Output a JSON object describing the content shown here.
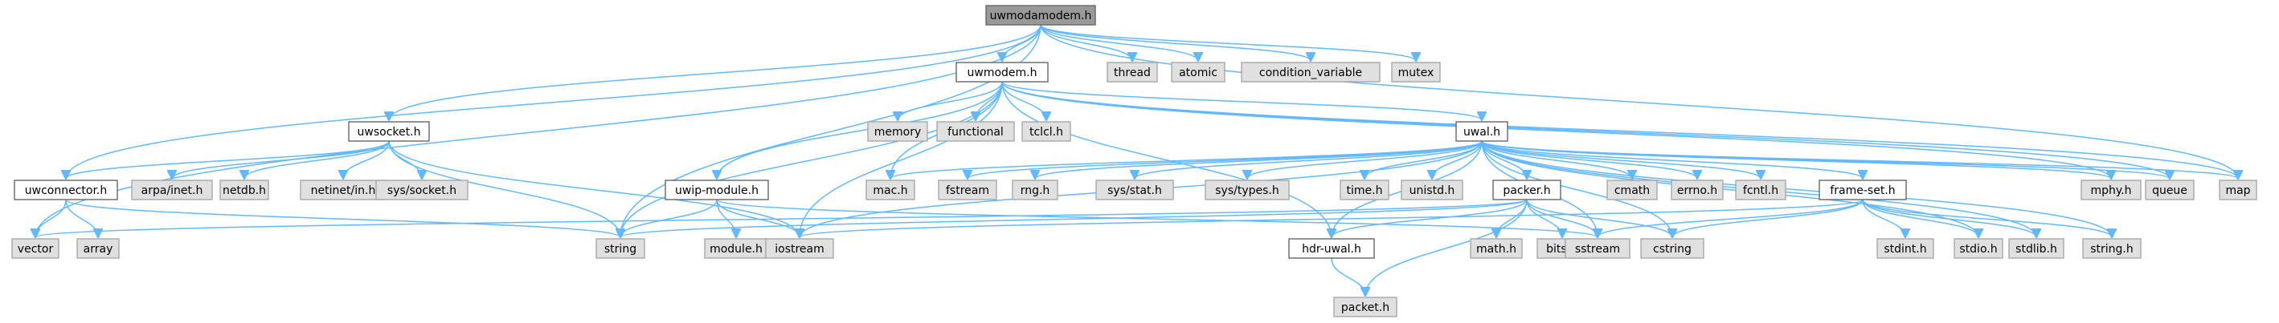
{
  "graph": {
    "nodes": [
      {
        "id": "uwmodamodem",
        "label": "uwmodamodem.h",
        "style": "root"
      },
      {
        "id": "uwmodem",
        "label": "uwmodem.h",
        "style": "white"
      },
      {
        "id": "thread",
        "label": "thread",
        "style": "gray"
      },
      {
        "id": "atomic",
        "label": "atomic",
        "style": "gray"
      },
      {
        "id": "condvar",
        "label": "condition_variable",
        "style": "gray"
      },
      {
        "id": "mutex",
        "label": "mutex",
        "style": "gray"
      },
      {
        "id": "uwsocket",
        "label": "uwsocket.h",
        "style": "white"
      },
      {
        "id": "memory",
        "label": "memory",
        "style": "gray"
      },
      {
        "id": "functional",
        "label": "functional",
        "style": "gray"
      },
      {
        "id": "tclcl",
        "label": "tclcl.h",
        "style": "gray"
      },
      {
        "id": "uwal",
        "label": "uwal.h",
        "style": "white"
      },
      {
        "id": "uwconnector",
        "label": "uwconnector.h",
        "style": "white"
      },
      {
        "id": "arpainet",
        "label": "arpa/inet.h",
        "style": "gray"
      },
      {
        "id": "netdb",
        "label": "netdb.h",
        "style": "gray"
      },
      {
        "id": "netinetin",
        "label": "netinet/in.h",
        "style": "gray"
      },
      {
        "id": "syssocket",
        "label": "sys/socket.h",
        "style": "gray"
      },
      {
        "id": "uwipmodule",
        "label": "uwip-module.h",
        "style": "white"
      },
      {
        "id": "mac",
        "label": "mac.h",
        "style": "gray"
      },
      {
        "id": "fstream",
        "label": "fstream",
        "style": "gray"
      },
      {
        "id": "rng",
        "label": "rng.h",
        "style": "gray"
      },
      {
        "id": "sysstat",
        "label": "sys/stat.h",
        "style": "gray"
      },
      {
        "id": "systypes",
        "label": "sys/types.h",
        "style": "gray"
      },
      {
        "id": "time",
        "label": "time.h",
        "style": "gray"
      },
      {
        "id": "unistd",
        "label": "unistd.h",
        "style": "gray"
      },
      {
        "id": "packer",
        "label": "packer.h",
        "style": "white"
      },
      {
        "id": "cmath",
        "label": "cmath",
        "style": "gray"
      },
      {
        "id": "errno",
        "label": "errno.h",
        "style": "gray"
      },
      {
        "id": "fcntl",
        "label": "fcntl.h",
        "style": "gray"
      },
      {
        "id": "frameset",
        "label": "frame-set.h",
        "style": "white"
      },
      {
        "id": "mphy",
        "label": "mphy.h",
        "style": "gray"
      },
      {
        "id": "queue",
        "label": "queue",
        "style": "gray"
      },
      {
        "id": "map",
        "label": "map",
        "style": "gray"
      },
      {
        "id": "vector",
        "label": "vector",
        "style": "gray"
      },
      {
        "id": "array",
        "label": "array",
        "style": "gray"
      },
      {
        "id": "string",
        "label": "string",
        "style": "gray"
      },
      {
        "id": "module",
        "label": "module.h",
        "style": "gray"
      },
      {
        "id": "iostream",
        "label": "iostream",
        "style": "gray"
      },
      {
        "id": "hdruwal",
        "label": "hdr-uwal.h",
        "style": "white"
      },
      {
        "id": "mathh",
        "label": "math.h",
        "style": "gray"
      },
      {
        "id": "bitset",
        "label": "bitset",
        "style": "gray"
      },
      {
        "id": "sstream",
        "label": "sstream",
        "style": "gray"
      },
      {
        "id": "cstring",
        "label": "cstring",
        "style": "gray"
      },
      {
        "id": "stdint",
        "label": "stdint.h",
        "style": "gray"
      },
      {
        "id": "stdio",
        "label": "stdio.h",
        "style": "gray"
      },
      {
        "id": "stdlib",
        "label": "stdlib.h",
        "style": "gray"
      },
      {
        "id": "stringh",
        "label": "string.h",
        "style": "gray"
      },
      {
        "id": "packet",
        "label": "packet.h",
        "style": "gray"
      }
    ],
    "edges": [
      [
        "uwmodamodem",
        "uwmodem"
      ],
      [
        "uwmodamodem",
        "thread"
      ],
      [
        "uwmodamodem",
        "atomic"
      ],
      [
        "uwmodamodem",
        "condvar"
      ],
      [
        "uwmodamodem",
        "mutex"
      ],
      [
        "uwmodamodem",
        "uwsocket"
      ],
      [
        "uwmodamodem",
        "uwconnector"
      ],
      [
        "uwmodamodem",
        "vector"
      ],
      [
        "uwmodamodem",
        "string"
      ],
      [
        "uwmodamodem",
        "map"
      ],
      [
        "uwmodem",
        "memory"
      ],
      [
        "uwmodem",
        "functional"
      ],
      [
        "uwmodem",
        "tclcl"
      ],
      [
        "uwmodem",
        "uwal"
      ],
      [
        "uwmodem",
        "uwipmodule"
      ],
      [
        "uwmodem",
        "mac"
      ],
      [
        "uwmodem",
        "string"
      ],
      [
        "uwmodem",
        "iostream"
      ],
      [
        "uwmodem",
        "queue"
      ],
      [
        "uwmodem",
        "map"
      ],
      [
        "uwmodem",
        "mphy"
      ],
      [
        "uwmodem",
        "hdruwal"
      ],
      [
        "uwsocket",
        "uwconnector"
      ],
      [
        "uwsocket",
        "arpainet"
      ],
      [
        "uwsocket",
        "netdb"
      ],
      [
        "uwsocket",
        "netinetin"
      ],
      [
        "uwsocket",
        "syssocket"
      ],
      [
        "uwsocket",
        "string"
      ],
      [
        "uwsocket",
        "iostream"
      ],
      [
        "uwconnector",
        "vector"
      ],
      [
        "uwconnector",
        "array"
      ],
      [
        "uwconnector",
        "string"
      ],
      [
        "uwipmodule",
        "module"
      ],
      [
        "uwipmodule",
        "iostream"
      ],
      [
        "uwipmodule",
        "string"
      ],
      [
        "uwipmodule",
        "sstream"
      ],
      [
        "uwal",
        "mac"
      ],
      [
        "uwal",
        "fstream"
      ],
      [
        "uwal",
        "rng"
      ],
      [
        "uwal",
        "sysstat"
      ],
      [
        "uwal",
        "systypes"
      ],
      [
        "uwal",
        "time"
      ],
      [
        "uwal",
        "unistd"
      ],
      [
        "uwal",
        "packer"
      ],
      [
        "uwal",
        "cmath"
      ],
      [
        "uwal",
        "errno"
      ],
      [
        "uwal",
        "fcntl"
      ],
      [
        "uwal",
        "frameset"
      ],
      [
        "uwal",
        "mphy"
      ],
      [
        "uwal",
        "queue"
      ],
      [
        "uwal",
        "map"
      ],
      [
        "uwal",
        "iostream"
      ],
      [
        "uwal",
        "sstream"
      ],
      [
        "uwal",
        "cstring"
      ],
      [
        "uwal",
        "hdruwal"
      ],
      [
        "uwal",
        "stdio"
      ],
      [
        "uwal",
        "stdlib"
      ],
      [
        "uwal",
        "stringh"
      ],
      [
        "packer",
        "vector"
      ],
      [
        "packer",
        "string"
      ],
      [
        "packer",
        "hdruwal"
      ],
      [
        "packer",
        "mathh"
      ],
      [
        "packer",
        "bitset"
      ],
      [
        "packer",
        "sstream"
      ],
      [
        "packer",
        "cstring"
      ],
      [
        "packer",
        "packet"
      ],
      [
        "frameset",
        "iostream"
      ],
      [
        "frameset",
        "sstream"
      ],
      [
        "frameset",
        "cstring"
      ],
      [
        "frameset",
        "stdint"
      ],
      [
        "frameset",
        "stdio"
      ],
      [
        "frameset",
        "stdlib"
      ],
      [
        "frameset",
        "stringh"
      ],
      [
        "hdruwal",
        "packet"
      ]
    ]
  }
}
